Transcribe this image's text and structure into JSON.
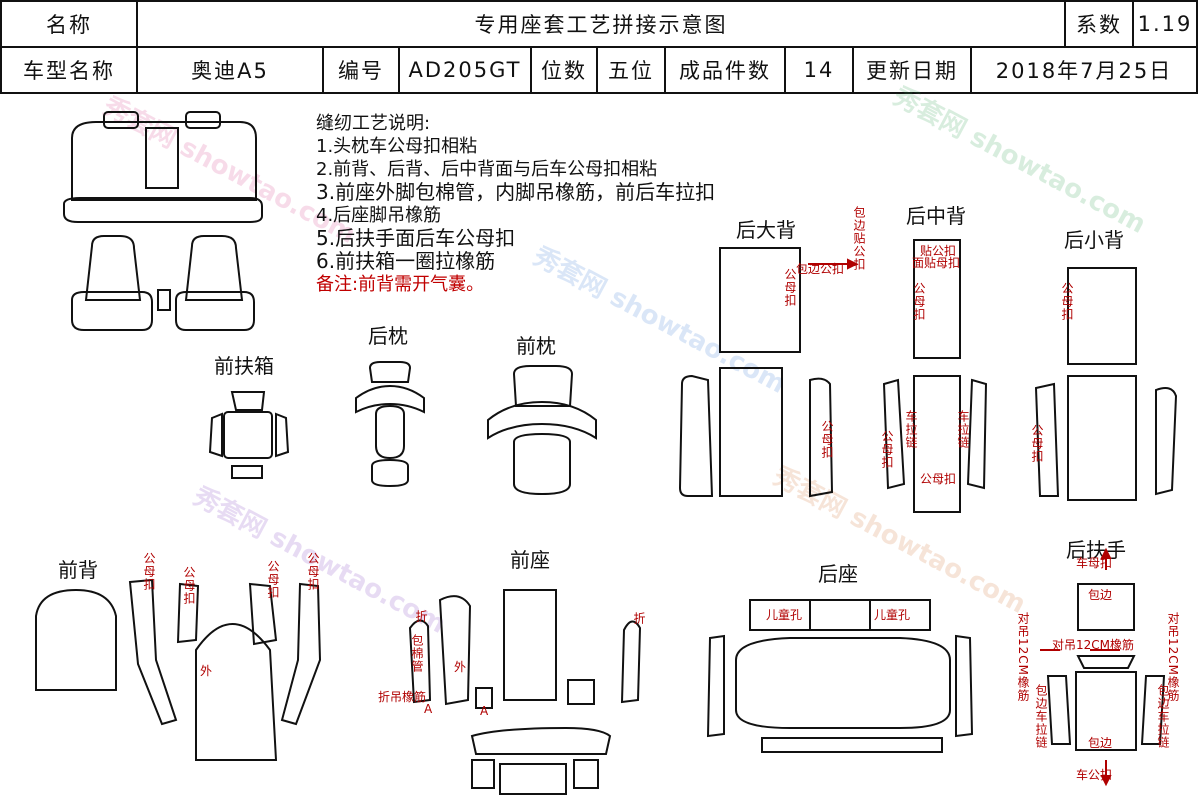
{
  "header": {
    "name_label": "名称",
    "title": "专用座套工艺拼接示意图",
    "coef_label": "系数",
    "coef_value": "1.19",
    "model_label": "车型名称",
    "model_value": "奥迪A5",
    "code_label": "编号",
    "code_value": "AD205GT",
    "seats_label": "位数",
    "seats_value": "五位",
    "pieces_label": "成品件数",
    "pieces_value": "14",
    "date_label": "更新日期",
    "date_value": "2018年7月25日"
  },
  "notes": {
    "heading": "缝纫工艺说明:",
    "items": [
      "1.头枕车公母扣相粘",
      "2.前背、后背、后中背面与后车公母扣相粘",
      "3.前座外脚包棉管，内脚吊橡筋，前后车拉扣",
      "4.后座脚吊橡筋",
      "5.后扶手面后车公母扣",
      "6.前扶箱一圈拉橡筋"
    ],
    "remark": "备注:前背需开气囊。"
  },
  "sections": {
    "front_armbox": "前扶箱",
    "rear_pillow": "后枕",
    "front_pillow": "前枕",
    "rear_big_back": "后大背",
    "rear_mid_back": "后中背",
    "rear_small_back": "后小背",
    "front_back": "前背",
    "front_seat": "前座",
    "rear_seat": "后座",
    "rear_armrest": "后扶手"
  },
  "annotations": {
    "edge_velcro": "包边贴公扣",
    "edge_velcro_short": "包边公扣",
    "velcro_pair": "公母扣",
    "velcro_stick": "贴公扣",
    "face_stick_female": "面贴母扣",
    "zipper": "车拉链",
    "velcro_sew": "公母扣",
    "outer": "外",
    "fold": "折",
    "cotton_tube": "包棉管",
    "fold_hang": "折吊橡筋",
    "child_hole": "儿童孔",
    "hang_12cm": "对吊12CM橡筋",
    "edge": "包边",
    "edge_zipper": "包边车拉链",
    "male_velcro_sew": "车公扣",
    "female_velcro_sew": "车母扣",
    "mark_a": "A"
  },
  "watermark": "秀套网 showtao.com"
}
